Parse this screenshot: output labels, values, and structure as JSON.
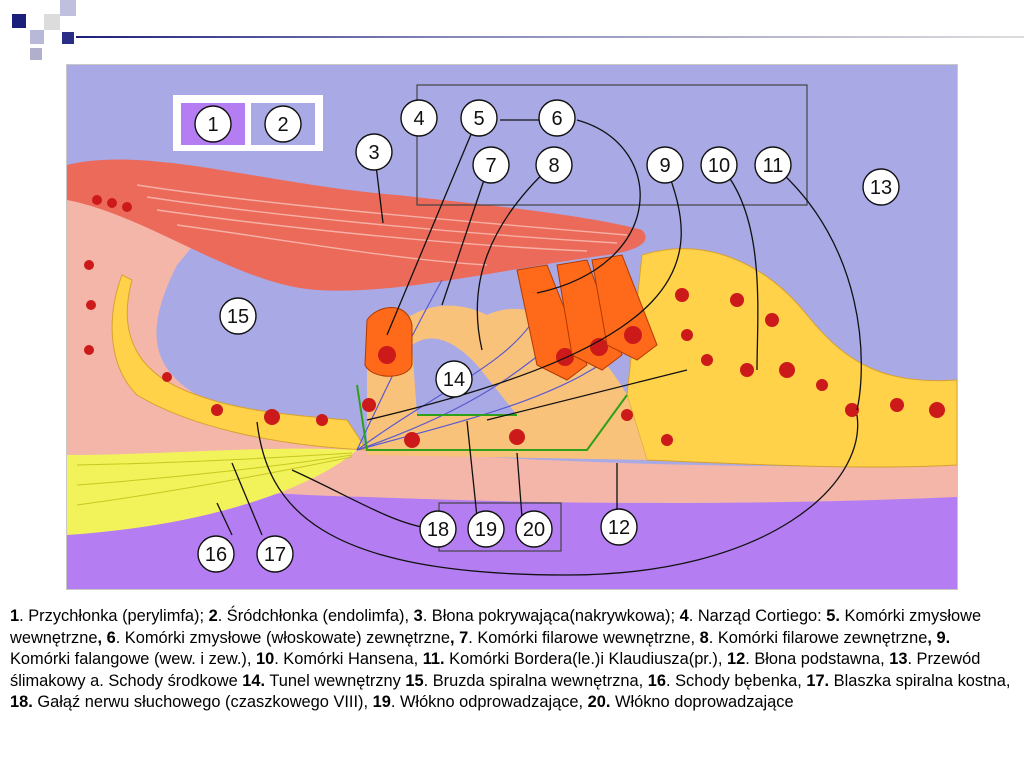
{
  "slide": {
    "decor_colors": {
      "navy": "#1c1f7a",
      "lavender": "#b8b8d8",
      "grey": "#d0d0d0"
    }
  },
  "figure": {
    "legend": [
      "1",
      "2"
    ],
    "callouts": [
      "3",
      "4",
      "5",
      "6",
      "7",
      "8",
      "9",
      "10",
      "11",
      "12",
      "13",
      "14",
      "15",
      "16",
      "17",
      "18",
      "19",
      "20"
    ],
    "colors": {
      "endolymph": "#a9a9e6",
      "perilymph": "#b47ef2",
      "tectorial": "#ec6a5a",
      "hair_cell": "#ff6a1a",
      "support": "#ffd24a",
      "nucleus": "#cc1a1a",
      "bone": "#f3b6a8",
      "nerve": "#f2f25a"
    }
  },
  "caption": [
    {
      "b": "1",
      "t": ". Przychłonka (perylimfa); "
    },
    {
      "b": "2",
      "t": ". Śródchłonka (endolimfa), "
    },
    {
      "b": "3",
      "t": ". Błona pokrywająca(nakrywkowa); "
    },
    {
      "b": "4",
      "t": ". Narząd Cortiego: "
    },
    {
      "b": "5.",
      "t": " Komórki zmysłowe wewnętrzne"
    },
    {
      "b": ", 6",
      "t": ". Komórki zmysłowe (włoskowate) zewnętrzne"
    },
    {
      "b": ", 7",
      "t": ". Komórki filarowe wewnętrzne, "
    },
    {
      "b": "8",
      "t": ". Komórki filarowe zewnętrzne"
    },
    {
      "b": ", 9.",
      "t": " Komórki falangowe (wew. i zew.), "
    },
    {
      "b": "10",
      "t": ". Komórki Hansena, "
    },
    {
      "b": "11.",
      "t": " Komórki Bordera(le.)i Klaudiusza(pr.), "
    },
    {
      "b": "12",
      "t": ". Błona podstawna, "
    },
    {
      "b": "13",
      "t": ". Przewód ślimakowy a. Schody środkowe "
    },
    {
      "b": "14.",
      "t": " Tunel wewnętrzny "
    },
    {
      "b": "15",
      "t": ". Bruzda spiralna wewnętrzna, "
    },
    {
      "b": "16",
      "t": ". Schody bębenka, "
    },
    {
      "b": "17.",
      "t": " Blaszka spiralna kostna, "
    },
    {
      "b": "18.",
      "t": " Gałąź nerwu słuchowego (czaszkowego VIII), "
    },
    {
      "b": "19",
      "t": ". Włókno odprowadzające, "
    },
    {
      "b": "20.",
      "t": " Włókno doprowadzające"
    }
  ]
}
